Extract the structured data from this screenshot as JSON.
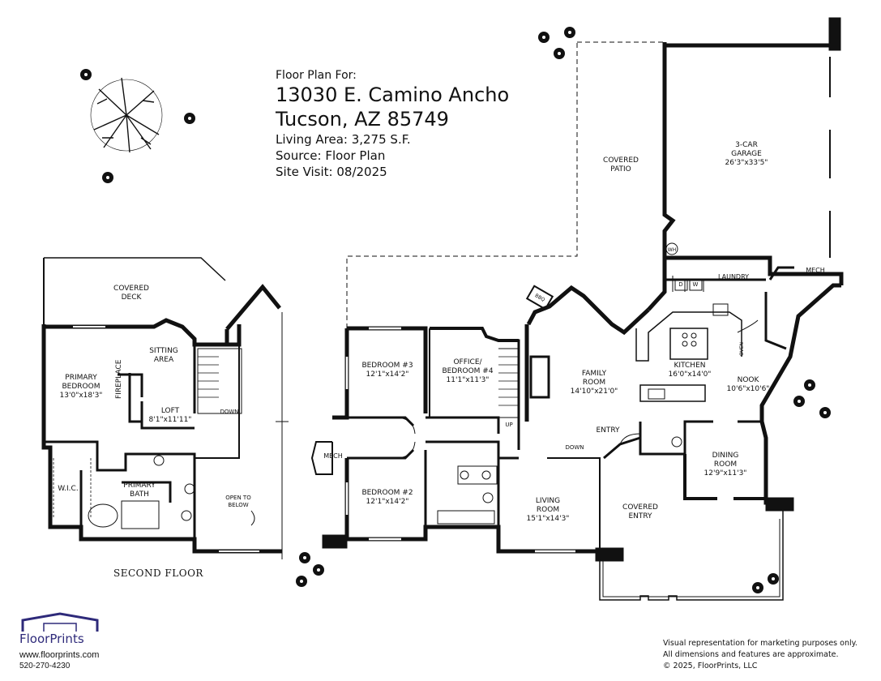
{
  "header": {
    "floor_plan_for": "Floor Plan For:",
    "address_line1": "13030 E. Camino Ancho",
    "address_line2": "Tucson, AZ  85749",
    "living_area": "Living Area: 3,275 S.F.",
    "source": "Source:  Floor Plan",
    "site_visit": "Site Visit:  08/2025"
  },
  "second_floor": {
    "title": "SECOND FLOOR",
    "rooms": {
      "covered_deck": [
        "COVERED",
        "DECK"
      ],
      "sitting_area": [
        "SITTING",
        "AREA"
      ],
      "primary_bedroom": {
        "name": [
          "PRIMARY",
          "BEDROOM"
        ],
        "dims": "13'0\"x18'3\""
      },
      "fireplace": "FIREPLACE",
      "loft": {
        "name": "LOFT",
        "dims": "8'1\"x11'11\""
      },
      "down": "DOWN",
      "wic": "W.I.C.",
      "primary_bath": [
        "PRIMARY",
        "BATH"
      ],
      "open_to_below": [
        "OPEN TO",
        "BELOW"
      ]
    }
  },
  "first_floor": {
    "rooms": {
      "covered_patio": [
        "COVERED",
        "PATIO"
      ],
      "garage": {
        "name": [
          "3-CAR",
          "GARAGE"
        ],
        "dims": "26'3\"x33'5\""
      },
      "wh": "WH",
      "laundry": "LAUNDRY",
      "d": "D",
      "w": "W",
      "mech_right": "MECH",
      "bbq": "BBQ",
      "bedroom3": {
        "name": "BEDROOM #3",
        "dims": "12'1\"x14'2\""
      },
      "office": {
        "name": [
          "OFFICE/",
          "BEDROOM #4"
        ],
        "dims": "11'1\"x11'3\""
      },
      "family_room": {
        "name": [
          "FAMILY",
          "ROOM"
        ],
        "dims": "14'10\"x21'0\""
      },
      "kitchen": {
        "name": "KITCHEN",
        "dims": "16'0\"x14'0\""
      },
      "oven": "OVEN",
      "nook": {
        "name": "NOOK",
        "dims": "10'6\"x10'6\""
      },
      "up": "UP",
      "mech_left": "MECH",
      "entry": "ENTRY",
      "down": "DOWN",
      "dining_room": {
        "name": [
          "DINING",
          "ROOM"
        ],
        "dims": "12'9\"x11'3\""
      },
      "bedroom2": {
        "name": "BEDROOM #2",
        "dims": "12'1\"x14'2\""
      },
      "living_room": {
        "name": [
          "LIVING",
          "ROOM"
        ],
        "dims": "15'1\"x14'3\""
      },
      "covered_entry": [
        "COVERED",
        "ENTRY"
      ]
    }
  },
  "footer": {
    "brand": "FloorPrints",
    "url": "www.floorprints.com",
    "phone": "520-270-4230",
    "disclaimer1": "Visual representation for marketing purposes only.",
    "disclaimer2": "All dimensions and features are approximate.",
    "copyright": "© 2025, FloorPrints, LLC"
  },
  "colors": {
    "wall": "#111111",
    "brand": "#2e2a7a"
  }
}
